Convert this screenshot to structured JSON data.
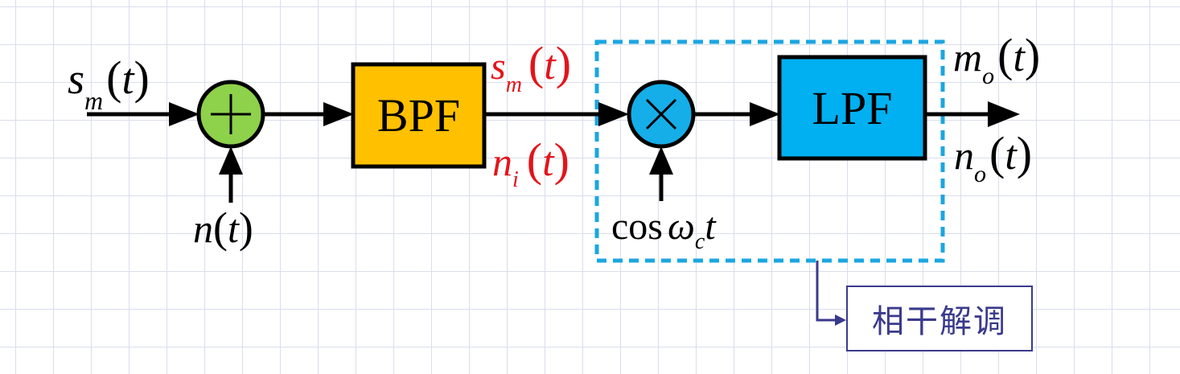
{
  "blocks": {
    "bpf": "BPF",
    "lpf": "LPF"
  },
  "labels": {
    "input": {
      "base": "s",
      "sub": "m",
      "open": "(",
      "var": "t",
      "close": ")"
    },
    "noise": {
      "base": "n",
      "open": "(",
      "var": "t",
      "close": ")"
    },
    "signal_after_bpf": {
      "base": "s",
      "sub": "m",
      "open": "(",
      "var": "t",
      "close": ")"
    },
    "noise_after_bpf": {
      "base": "n",
      "sub": "i",
      "open": "(",
      "var": "t",
      "close": ")"
    },
    "carrier": {
      "prefix": "cos",
      "base": "ω",
      "sub": "c",
      "var": "t"
    },
    "output_signal": {
      "base": "m",
      "sub": "o",
      "open": "(",
      "var": "t",
      "close": ")"
    },
    "output_noise": {
      "base": "n",
      "sub": "o",
      "open": "(",
      "var": "t",
      "close": ")"
    }
  },
  "legend": {
    "text": "相干解调"
  },
  "colors": {
    "adder": "#8ed14a",
    "multiplier": "#15aee8",
    "bpf": "#ffc000",
    "lpf": "#00b0f0",
    "dashed_group": "#1ba6e0",
    "red_text": "#e3141b",
    "legend": "#3a3a8c"
  }
}
